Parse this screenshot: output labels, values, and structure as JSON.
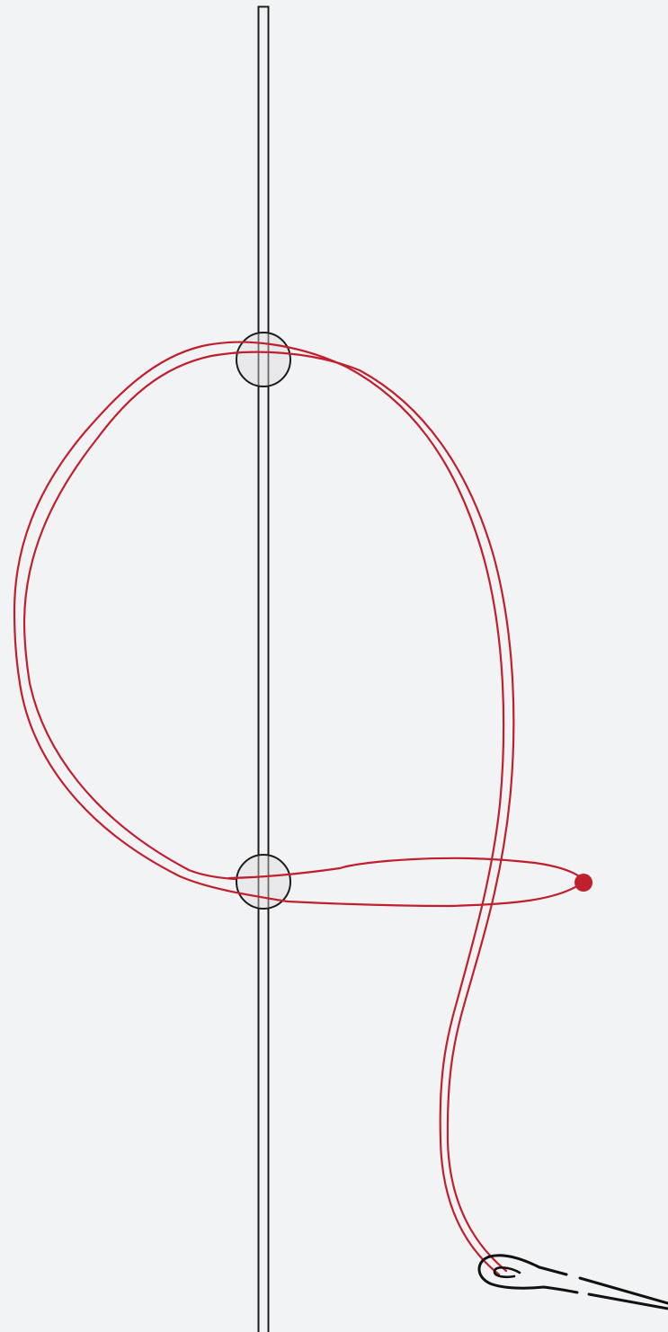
{
  "colors": {
    "background": "#f2f3f5",
    "thread": "#c0202e",
    "outline": "#1c1c1c",
    "hole_fill": "#d9dadc"
  },
  "elements": {
    "rod": "vertical-rod",
    "holes": [
      "upper-hole",
      "lower-hole"
    ],
    "thread": "double-red-thread-loop",
    "thread_end": "thread-end-knot",
    "needle": "sewing-needle"
  }
}
